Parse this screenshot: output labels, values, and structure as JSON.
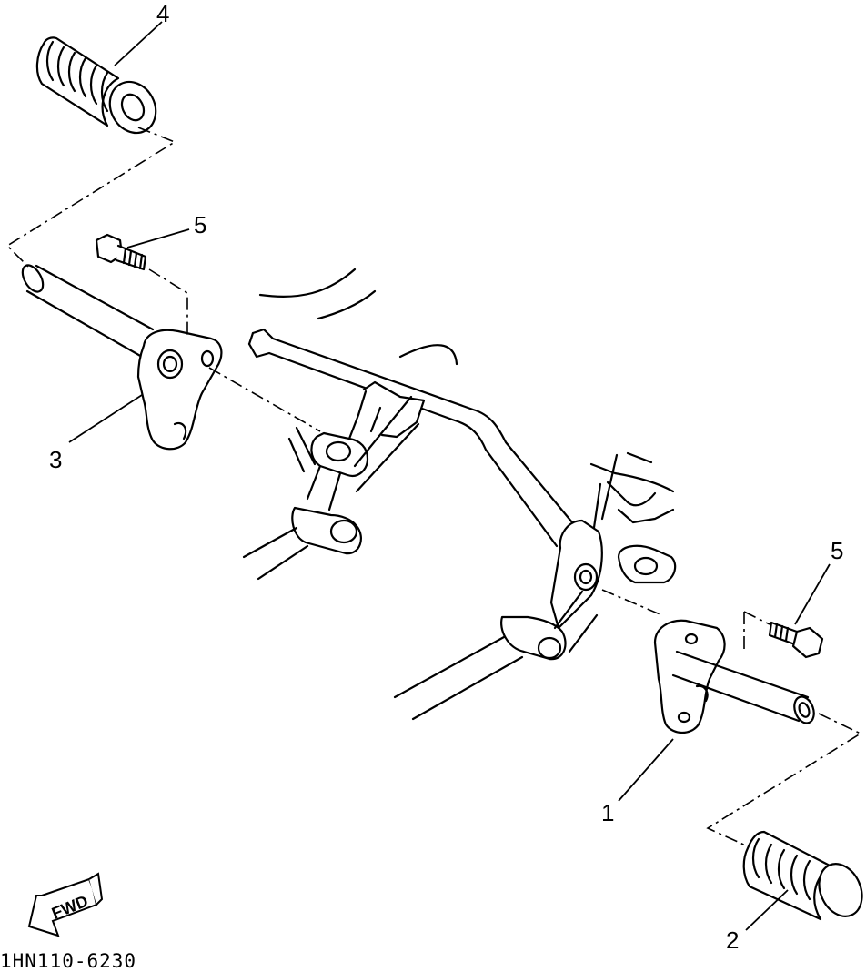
{
  "callouts": {
    "p1": "1",
    "p2": "2",
    "p3": "3",
    "p4": "4",
    "p5_left": "5",
    "p5_right": "5"
  },
  "direction_marker": "FWD",
  "drawing_code": "1HN110-6230"
}
